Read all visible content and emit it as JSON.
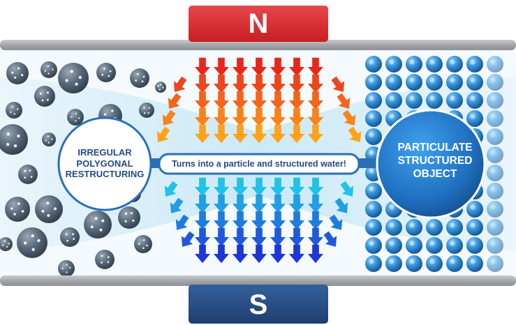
{
  "magnets": {
    "north_label": "N",
    "south_label": "S",
    "north_color": "#dc2f33",
    "south_color": "#294f88"
  },
  "left_circle": {
    "lines": [
      "IRREGULAR",
      "POLYGONAL",
      "RESTRUCTURING"
    ]
  },
  "right_circle": {
    "lines": [
      "PARTICULATE",
      "STRUCTURED",
      "OBJECT"
    ]
  },
  "banner": {
    "text": "Turns into a particle and structured water!"
  },
  "colors": {
    "rail": "#a9acaf",
    "arrow_top_start": "#e8261b",
    "arrow_top_end": "#ffa21a",
    "arrow_bottom_start": "#20c2e8",
    "arrow_bottom_end": "#1e36d6",
    "particle_dark": "#4d5f70",
    "particle_blue": "#2f8fd6",
    "water_flow": "#cfeaf7",
    "circle_blue": "#1f7cd0",
    "banner_border": "#2a6fb8"
  }
}
